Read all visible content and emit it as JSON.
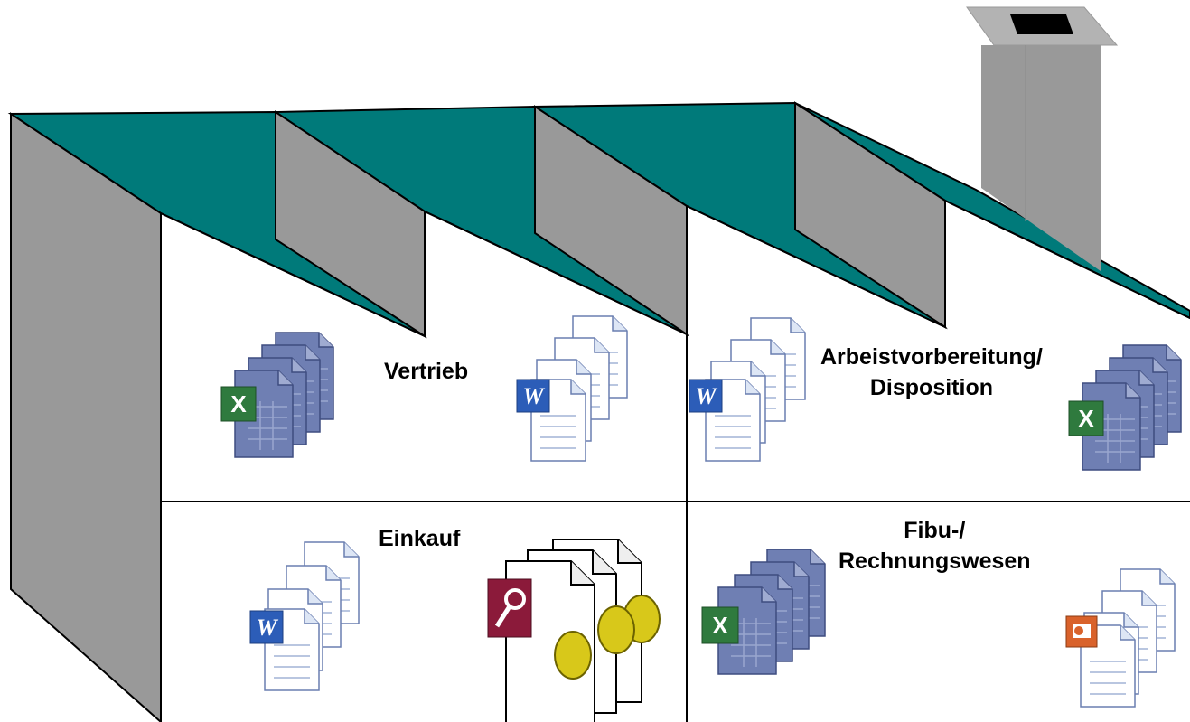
{
  "departments": {
    "vertrieb": "Vertrieb",
    "arbeitsvorbereitung": "Arbeistvorbereitung/\nDisposition",
    "einkauf": "Einkauf",
    "fibu": "Fibu-/\nRechnungswesen"
  },
  "colors": {
    "wall": "#999999",
    "roof": "#007a7a",
    "outline": "#000000",
    "excel": "#2f7a3e",
    "word": "#2c5db8",
    "access": "#8b1a3a",
    "powerpoint": "#d9622b"
  },
  "icons": {
    "vertrieb": [
      "excel-stack-icon",
      "word-stack-icon"
    ],
    "arbeitsvorbereitung": [
      "word-stack-icon",
      "excel-stack-icon"
    ],
    "einkauf": [
      "word-stack-icon",
      "access-stack-icon"
    ],
    "fibu": [
      "excel-stack-icon",
      "powerpoint-stack-icon"
    ]
  }
}
